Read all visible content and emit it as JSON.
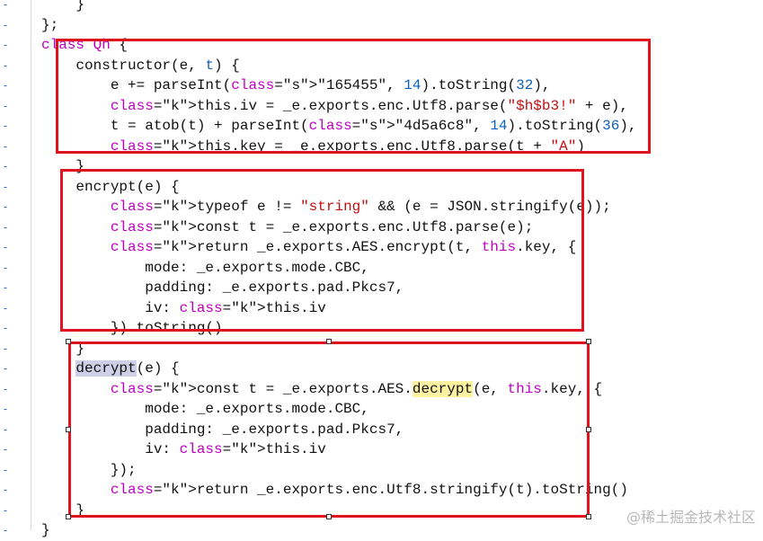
{
  "editor": {
    "lines": [
      "    }",
      "};",
      "class Qh {",
      "    constructor(e, t) {",
      "        e += parseInt(\"165455\", 14).toString(32),",
      "        this.iv = _e.exports.enc.Utf8.parse(\"$h$b3!\" + e),",
      "        t = atob(t) + parseInt(\"4d5a6c8\", 14).toString(36),",
      "        this.key = _e.exports.enc.Utf8.parse(t + \"A\")",
      "    }",
      "    encrypt(e) {",
      "        typeof e != \"string\" && (e = JSON.stringify(e));",
      "        const t = _e.exports.enc.Utf8.parse(e);",
      "        return _e.exports.AES.encrypt(t, this.key, {",
      "            mode: _e.exports.mode.CBC,",
      "            padding: _e.exports.pad.Pkcs7,",
      "            iv: this.iv",
      "        }).toString()",
      "    }",
      "    decrypt(e) {",
      "        const t = _e.exports.AES.decrypt(e, this.key, {",
      "            mode: _e.exports.mode.CBC,",
      "            padding: _e.exports.pad.Pkcs7,",
      "            iv: this.iv",
      "        });",
      "        return _e.exports.enc.Utf8.stringify(t).toString()",
      "    }",
      "}"
    ],
    "gutter_marker": "-"
  },
  "watermark": "@稀土掘金技术社区",
  "colors": {
    "keyword": "#c000c0",
    "string": "#c01010",
    "number": "#1060b8",
    "box_border": "#e0141e"
  }
}
